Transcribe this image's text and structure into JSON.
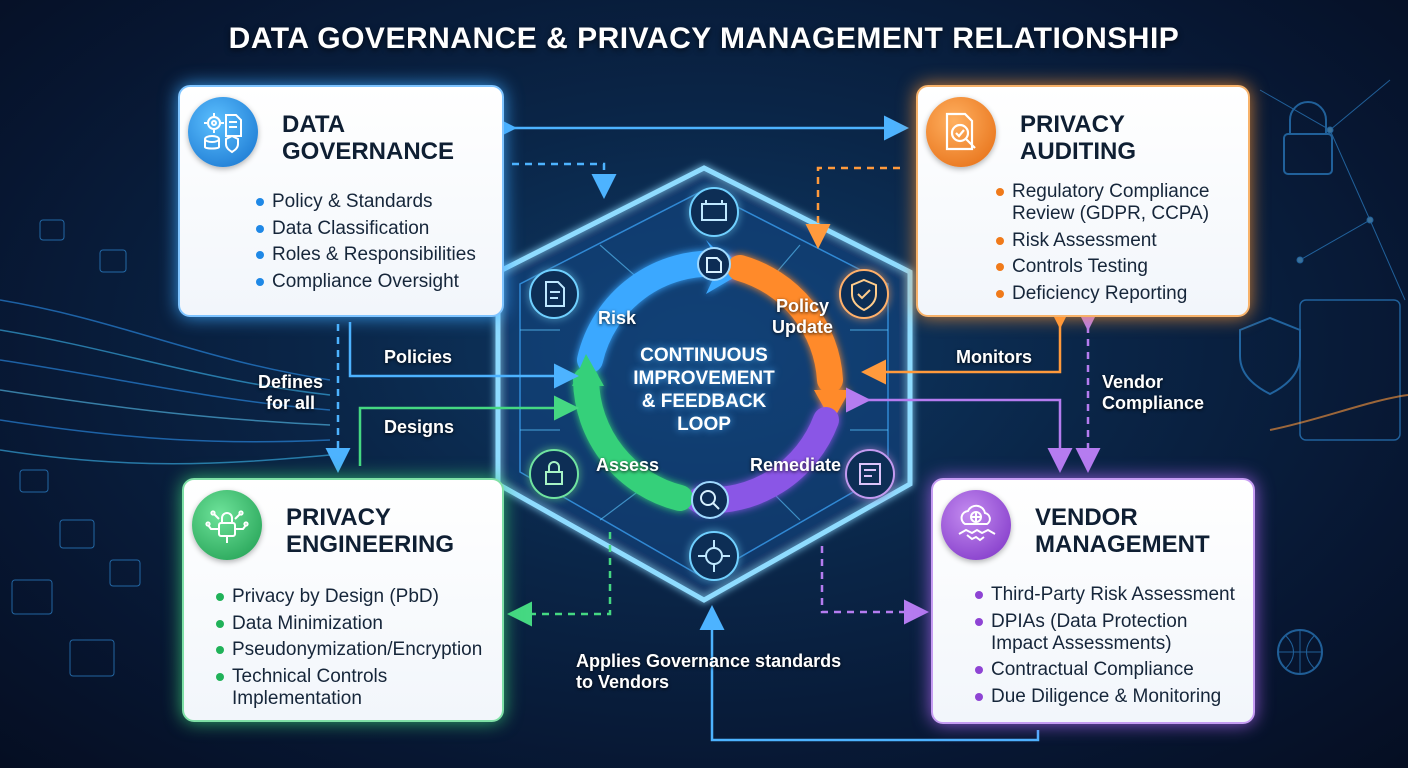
{
  "title": "DATA GOVERNANCE & PRIVACY MANAGEMENT RELATIONSHIP",
  "colors": {
    "governance": "#1f88e6",
    "auditing": "#f07a1a",
    "engineering": "#20b259",
    "vendor": "#8e44d4"
  },
  "cards": {
    "governance": {
      "title_line1": "DATA",
      "title_line2": "GOVERNANCE",
      "icon": "governance-gears-icon",
      "items": [
        "Policy & Standards",
        "Data Classification",
        "Roles & Responsibilities",
        "Compliance Oversight"
      ]
    },
    "auditing": {
      "title_line1": "PRIVACY",
      "title_line2": "AUDITING",
      "icon": "audit-document-magnifier-icon",
      "items": [
        "Regulatory Compliance Review (GDPR, CCPA)",
        "Risk Assessment",
        "Controls Testing",
        "Deficiency Reporting"
      ]
    },
    "engineering": {
      "title_line1": "PRIVACY",
      "title_line2": "ENGINEERING",
      "icon": "circuit-lock-icon",
      "items": [
        "Privacy by Design (PbD)",
        "Data Minimization",
        "Pseudonymization/Encryption",
        "Technical Controls Implementation"
      ]
    },
    "vendor": {
      "title_line1": "VENDOR",
      "title_line2": "MANAGEMENT",
      "icon": "cloud-handshake-icon",
      "items": [
        "Third-Party Risk Assessment",
        "DPIAs (Data Protection Impact Assessments)",
        "Contractual Compliance",
        "Due Diligence & Monitoring"
      ]
    }
  },
  "hub": {
    "center_line1": "CONTINUOUS",
    "center_line2": "IMPROVEMENT",
    "center_line3": "& FEEDBACK",
    "center_line4": "LOOP",
    "stages": {
      "risk": "Risk",
      "policy_update_line1": "Policy",
      "policy_update_line2": "Update",
      "assess": "Assess",
      "remediate": "Remediate"
    }
  },
  "connections": {
    "policies": "Policies",
    "designs": "Designs",
    "defines_line1": "Defines",
    "defines_line2": "for all",
    "monitors": "Monitors",
    "vendor_compliance_line1": "Vendor",
    "vendor_compliance_line2": "Compliance",
    "applies_line1": "Applies Governance standards",
    "applies_line2": "to Vendors"
  }
}
